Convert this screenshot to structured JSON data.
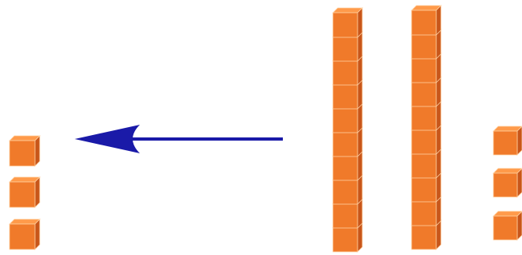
{
  "colors": {
    "cube_front": "#f07a2a",
    "cube_top": "#ff9a4a",
    "cube_side": "#c8561a",
    "cube_edge": "#ffd0a0",
    "arrow": "#1a1aa8"
  },
  "diagram": {
    "left_group": {
      "ones_cubes": 3
    },
    "right_group": {
      "ten_rods": 2,
      "cubes_per_rod": 10,
      "ones_cubes": 3
    },
    "arrow_direction": "left"
  }
}
